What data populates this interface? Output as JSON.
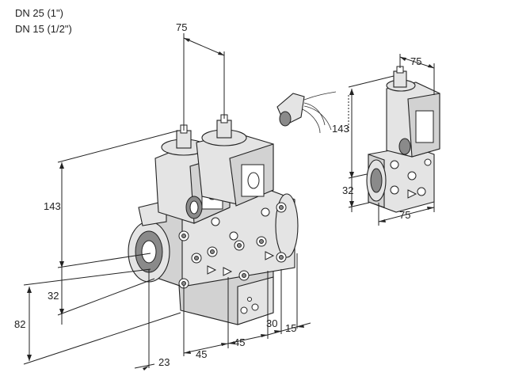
{
  "header": {
    "line1": "DN 25 (1\")",
    "line2": "DN 15 (1/2\")"
  },
  "dimensions": {
    "d75_top": "75",
    "d143_left": "143",
    "d32_left": "32",
    "d82": "82",
    "d23": "23",
    "d45_a": "45",
    "d45_b": "45",
    "d30": "30",
    "d15": "15",
    "d75_small_top": "75",
    "d143_small": "143",
    "d32_small": "32",
    "d75_small_bottom": "75"
  }
}
